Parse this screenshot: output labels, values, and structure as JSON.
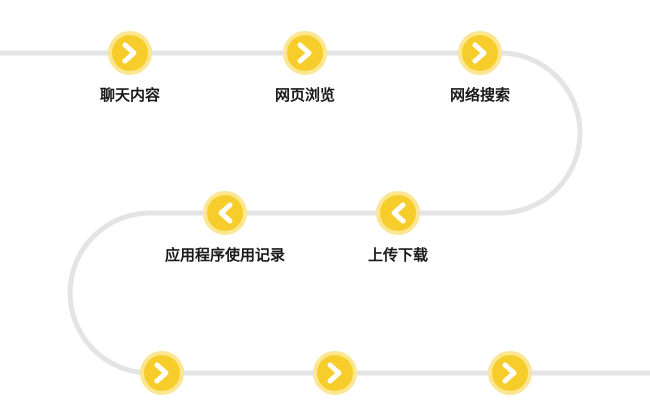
{
  "colors": {
    "track": "#e4e4e4",
    "node_fill": "#f7cd2b",
    "node_ring": "#fbe692",
    "chevron": "#ffffff",
    "label_text": "#1a1a1a"
  },
  "rows": [
    {
      "direction": "right",
      "nodes": [
        {
          "label": "聊天内容",
          "icon": "chevron-right-icon"
        },
        {
          "label": "网页浏览",
          "icon": "chevron-right-icon"
        },
        {
          "label": "网络搜索",
          "icon": "chevron-right-icon"
        }
      ]
    },
    {
      "direction": "left",
      "nodes": [
        {
          "label": "应用程序使用记录",
          "icon": "chevron-left-icon"
        },
        {
          "label": "上传下载",
          "icon": "chevron-left-icon"
        }
      ]
    },
    {
      "direction": "right",
      "nodes": [
        {
          "label": "",
          "icon": "chevron-right-icon"
        },
        {
          "label": "",
          "icon": "chevron-right-icon"
        },
        {
          "label": "",
          "icon": "chevron-right-icon"
        }
      ]
    }
  ]
}
